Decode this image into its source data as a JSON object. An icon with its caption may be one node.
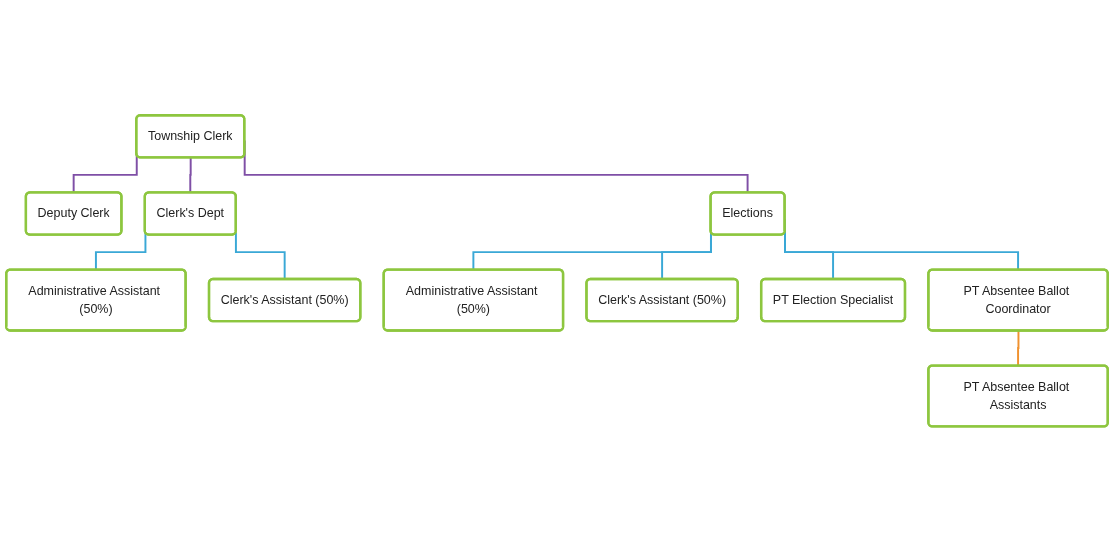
{
  "diagram": {
    "nodes": [
      {
        "text": [
          "Township Clerk"
        ]
      },
      {
        "text": [
          "Deputy Clerk"
        ]
      },
      {
        "text": [
          "Clerk's Dept"
        ]
      },
      {
        "text": [
          "Elections"
        ]
      },
      {
        "text": [
          "Administrative Assistant (50%)"
        ]
      },
      {
        "text": [
          "Clerk's Assistant (50%)"
        ]
      },
      {
        "text": [
          "Administrative Assistant (50%)"
        ]
      },
      {
        "text": [
          "Clerk's Assistant (50%)"
        ]
      },
      {
        "text": [
          "PT Election Specialist"
        ]
      },
      {
        "text": [
          "PT Absentee Ballot Coordinator"
        ]
      },
      {
        "text": [
          "PT Absentee Ballot Assistants"
        ]
      }
    ],
    "edges": [
      {
        "from": 0,
        "to": 1,
        "arrow": "none",
        "color": "#7f4fa6"
      },
      {
        "from": 0,
        "to": 2,
        "arrow": "none",
        "color": "#7f4fa6"
      },
      {
        "from": 0,
        "to": 3,
        "arrow": "none",
        "color": "#7f4fa6"
      },
      {
        "from": 2,
        "to": 4,
        "arrow": "none"
      },
      {
        "from": 2,
        "to": 5,
        "arrow": "none"
      },
      {
        "from": 3,
        "to": 6,
        "arrow": "none"
      },
      {
        "from": 3,
        "to": 7,
        "arrow": "none"
      },
      {
        "from": 3,
        "to": 8,
        "arrow": "none"
      },
      {
        "from": 3,
        "to": 9,
        "arrow": "none"
      },
      {
        "from": 9,
        "to": 10,
        "arrow": "none",
        "color": "#f0922f"
      }
    ]
  }
}
